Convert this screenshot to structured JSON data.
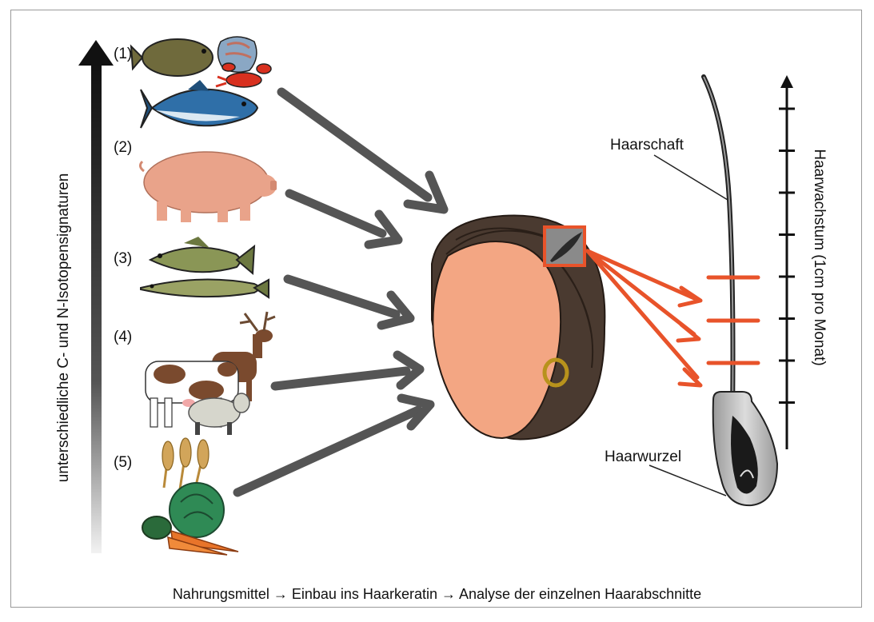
{
  "food_groups": [
    {
      "number": "(1)",
      "icons": [
        "flatfish-icon",
        "shellfish-icon",
        "lobster-icon",
        "tuna-icon"
      ]
    },
    {
      "number": "(2)",
      "icons": [
        "pig-icon"
      ]
    },
    {
      "number": "(3)",
      "icons": [
        "carp-icon",
        "pike-icon"
      ]
    },
    {
      "number": "(4)",
      "icons": [
        "deer-icon",
        "cow-icon",
        "sheep-icon"
      ]
    },
    {
      "number": "(5)",
      "icons": [
        "wheat-icon",
        "cabbage-icon",
        "carrot-icon"
      ]
    }
  ],
  "y_axis_label": "unterschiedliche C- und N-Isotopensignaturen",
  "hair_labels": {
    "shaft": "Haarschaft",
    "root": "Haarwurzel",
    "growth": "Haarwachstum (1cm pro Monat)"
  },
  "caption": "Nahrungsmittel → Einbau ins Haarkeratin → Analyse der einzelnen Haarabschnitte",
  "colors": {
    "arrow_gray": "#555555",
    "highlight_orange": "#e8532a",
    "skin": "#f3a683",
    "hair": "#4a3a30"
  }
}
